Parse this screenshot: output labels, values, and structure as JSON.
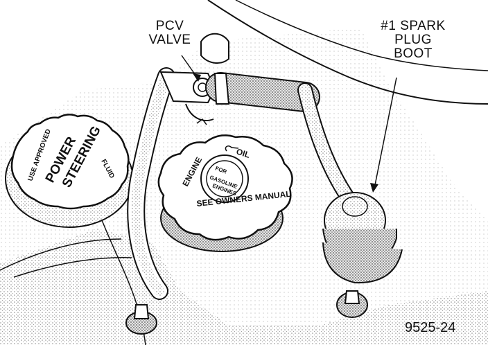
{
  "callouts": {
    "pcv_valve": [
      "PCV",
      "VALVE"
    ],
    "spark_plug_boot": [
      "#1 SPARK",
      "PLUG",
      "BOOT"
    ]
  },
  "figure_number": "9525-24",
  "power_steering_cap": {
    "ring_left": "USE APPROVED",
    "ring_right": "FLUID",
    "brand_line1": "POWER",
    "brand_line2": "STEERING"
  },
  "oil_cap": {
    "top_left": "ENGINE",
    "top_right": "OIL",
    "bottom": "SEE OWNERS MANUAL",
    "center_line1": "FOR",
    "center_line2": "GASOLINE",
    "center_line3": "ENGINES"
  },
  "colors": {
    "ink": "#111111",
    "paper": "#ffffff",
    "stipple": "#9a9a9a"
  }
}
